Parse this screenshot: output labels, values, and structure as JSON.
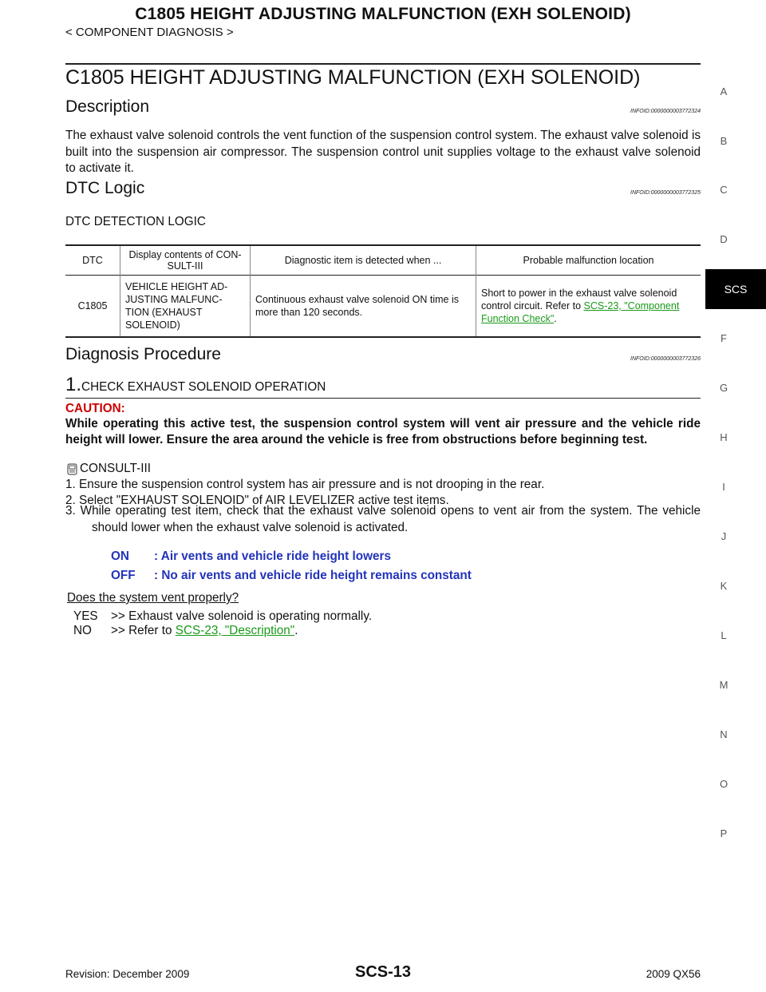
{
  "header": {
    "page_title": "C1805 HEIGHT ADJUSTING MALFUNCTION (EXH SOLENOID)",
    "breadcrumb": "< COMPONENT DIAGNOSIS >"
  },
  "section_title": "C1805 HEIGHT ADJUSTING MALFUNCTION (EXH SOLENOID)",
  "description": {
    "heading": "Description",
    "infoid": "INFOID:0000000003772324",
    "text": "The exhaust valve solenoid controls the vent function of the suspension control system. The exhaust valve solenoid is built into the suspension air compressor. The suspension control unit supplies voltage to the exhaust valve solenoid to activate it."
  },
  "dtc_logic": {
    "heading": "DTC Logic",
    "infoid": "INFOID:0000000003772325",
    "subheading": "DTC DETECTION LOGIC",
    "table": {
      "headers": [
        "DTC",
        "Display contents of CON-SULT-III",
        "Diagnostic item is detected when ...",
        "Probable malfunction location"
      ],
      "row": {
        "dtc": "C1805",
        "display": "VEHICLE HEIGHT AD-JUSTING MALFUNC-TION (EXHAUST SOLENOID)",
        "diag": "Continuous exhaust valve solenoid ON time is more than 120 seconds.",
        "location_text": "Short to power in the exhaust valve solenoid control circuit.  Refer to ",
        "location_link": "SCS-23, \"Component Function Check\"",
        "location_end": "."
      }
    }
  },
  "diagnosis": {
    "heading": "Diagnosis  Procedure",
    "infoid": "INFOID:0000000003772326",
    "step_number": "1.",
    "step_title": "CHECK EXHAUST SOLENOID OPERATION",
    "caution_label": "CAUTION:",
    "caution_text": "While operating this active test, the suspension control system will vent air pressure and the vehicle ride height will lower. Ensure the area around the vehicle is free from obstructions before beginning test.",
    "tool_label": "CONSULT-III",
    "steps": [
      "1. Ensure the suspension control system has air pressure and is not drooping in the rear.",
      "2. Select \"EXHAUST SOLENOID\" of AIR LEVELIZER active test items.",
      "3. While operating test item, check that the exhaust valve solenoid opens to vent air from the system. The vehicle should lower when the exhaust valve solenoid is activated."
    ],
    "spec": [
      {
        "key": "ON",
        "value": ": Air vents and vehicle ride height lowers"
      },
      {
        "key": "OFF",
        "value": ": No air vents and vehicle ride height remains constant"
      }
    ],
    "question": "Does the system vent properly?",
    "yes_label": "YES",
    "yes_text": ">> Exhaust valve solenoid is operating normally.",
    "no_label": "NO",
    "no_text": ">> Refer to ",
    "no_link": "SCS-23, \"Description\"",
    "no_end": "."
  },
  "side_index": [
    "A",
    "B",
    "C",
    "D",
    "SCS",
    "F",
    "G",
    "H",
    "I",
    "J",
    "K",
    "L",
    "M",
    "N",
    "O",
    "P"
  ],
  "footer": {
    "revision": "Revision: December 2009",
    "page": "SCS-13",
    "model": "2009 QX56"
  },
  "colors": {
    "link": "#1a9a1a",
    "spec": "#2233bb",
    "caution": "#cc0000"
  }
}
